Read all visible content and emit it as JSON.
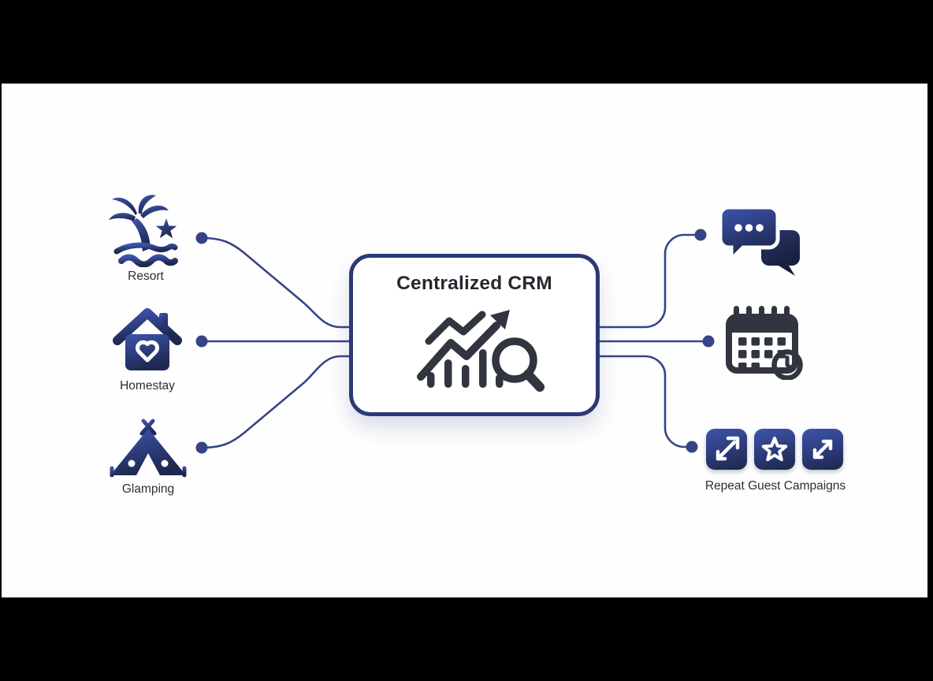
{
  "diagram": {
    "center": {
      "title": "Centralized CRM",
      "icon": "analytics-growth-search-icon"
    },
    "left_nodes": [
      {
        "label": "Resort",
        "icon": "palm-beach-star-icon"
      },
      {
        "label": "Homestay",
        "icon": "house-heart-icon"
      },
      {
        "label": "Glamping",
        "icon": "tent-icon"
      }
    ],
    "right_nodes": [
      {
        "icon": "chat-bubbles-icon"
      },
      {
        "icon": "calendar-clock-icon"
      },
      {
        "label": "Repeat Guest Campaigns",
        "icons": [
          "swap-diagonal-arrows-icon",
          "star-icon",
          "expand-diagonal-arrow-icon"
        ]
      }
    ],
    "colors": {
      "connector": "#364487",
      "node_gradient_top": "#3E54AE",
      "node_gradient_bottom": "#1E2850",
      "center_border": "#2C3876",
      "glyph_dark": "#31353F",
      "label_text": "#2B2F38",
      "background": "#000000",
      "panel": "#FEFEFE"
    }
  }
}
